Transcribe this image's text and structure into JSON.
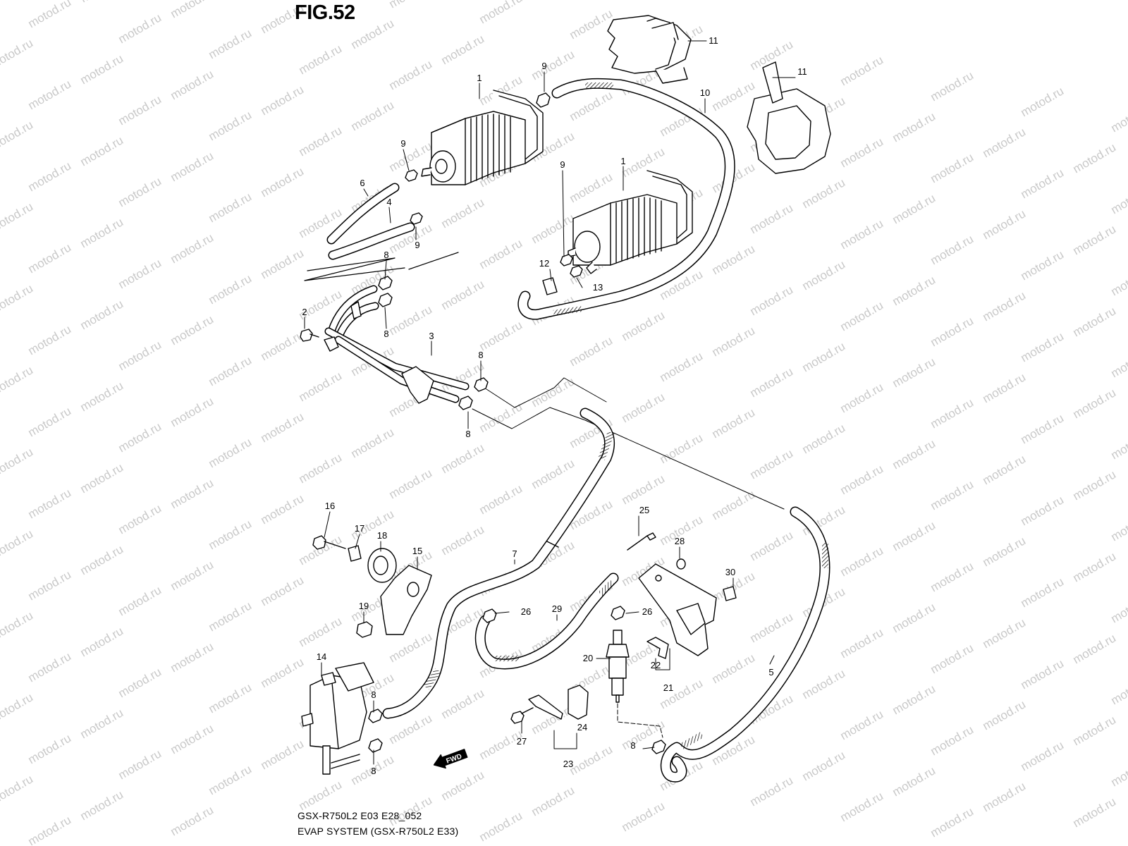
{
  "figure": {
    "title": "FIG.52",
    "caption_line1": "GSX-R750L2 E03 E28_052",
    "caption_line2": "EVAP SYSTEM (GSX-R750L2 E33)"
  },
  "watermark": {
    "text": "motod.ru",
    "color": "#c9c9c9"
  },
  "direction_marker": {
    "label": "FWD"
  },
  "callouts": [
    {
      "id": "c1a",
      "label": "1"
    },
    {
      "id": "c1b",
      "label": "1"
    },
    {
      "id": "c2",
      "label": "2"
    },
    {
      "id": "c3",
      "label": "3"
    },
    {
      "id": "c4",
      "label": "4"
    },
    {
      "id": "c5",
      "label": "5"
    },
    {
      "id": "c6",
      "label": "6"
    },
    {
      "id": "c7",
      "label": "7"
    },
    {
      "id": "c8a",
      "label": "8"
    },
    {
      "id": "c8b",
      "label": "8"
    },
    {
      "id": "c8c",
      "label": "8"
    },
    {
      "id": "c8d",
      "label": "8"
    },
    {
      "id": "c8e",
      "label": "8"
    },
    {
      "id": "c8f",
      "label": "8"
    },
    {
      "id": "c8g",
      "label": "8"
    },
    {
      "id": "c9a",
      "label": "9"
    },
    {
      "id": "c9b",
      "label": "9"
    },
    {
      "id": "c9c",
      "label": "9"
    },
    {
      "id": "c9d",
      "label": "9"
    },
    {
      "id": "c10",
      "label": "10"
    },
    {
      "id": "c11a",
      "label": "11"
    },
    {
      "id": "c11b",
      "label": "11"
    },
    {
      "id": "c12",
      "label": "12"
    },
    {
      "id": "c13",
      "label": "13"
    },
    {
      "id": "c14",
      "label": "14"
    },
    {
      "id": "c15",
      "label": "15"
    },
    {
      "id": "c16",
      "label": "16"
    },
    {
      "id": "c17",
      "label": "17"
    },
    {
      "id": "c18",
      "label": "18"
    },
    {
      "id": "c19",
      "label": "19"
    },
    {
      "id": "c20",
      "label": "20"
    },
    {
      "id": "c21",
      "label": "21"
    },
    {
      "id": "c22",
      "label": "22"
    },
    {
      "id": "c23",
      "label": "23"
    },
    {
      "id": "c24",
      "label": "24"
    },
    {
      "id": "c25",
      "label": "25"
    },
    {
      "id": "c26a",
      "label": "26"
    },
    {
      "id": "c26b",
      "label": "26"
    },
    {
      "id": "c27",
      "label": "27"
    },
    {
      "id": "c28",
      "label": "28"
    },
    {
      "id": "c29",
      "label": "29"
    },
    {
      "id": "c30",
      "label": "30"
    }
  ]
}
